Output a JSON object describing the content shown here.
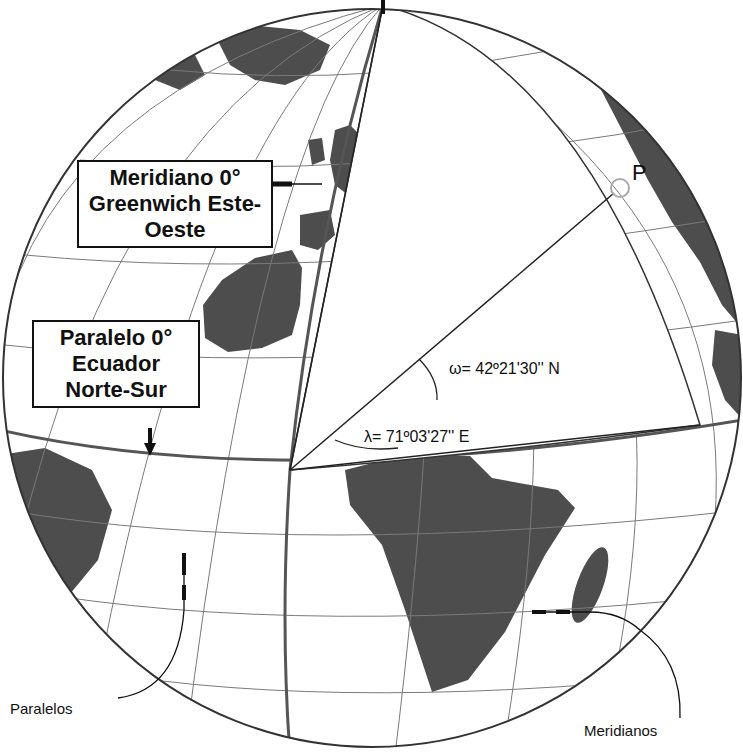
{
  "diagram": {
    "nodes": [
      {
        "text": [
          "Meridiano 0° Greenwich Este-Oeste"
        ]
      },
      {
        "text": [
          "Paralelo 0° Ecuador Norte-Sur"
        ]
      }
    ],
    "labels": [
      "P",
      "ω= 42º21'30'' N",
      "λ= 71º03'27'' E",
      "Paralelos",
      "Meridianos"
    ]
  }
}
